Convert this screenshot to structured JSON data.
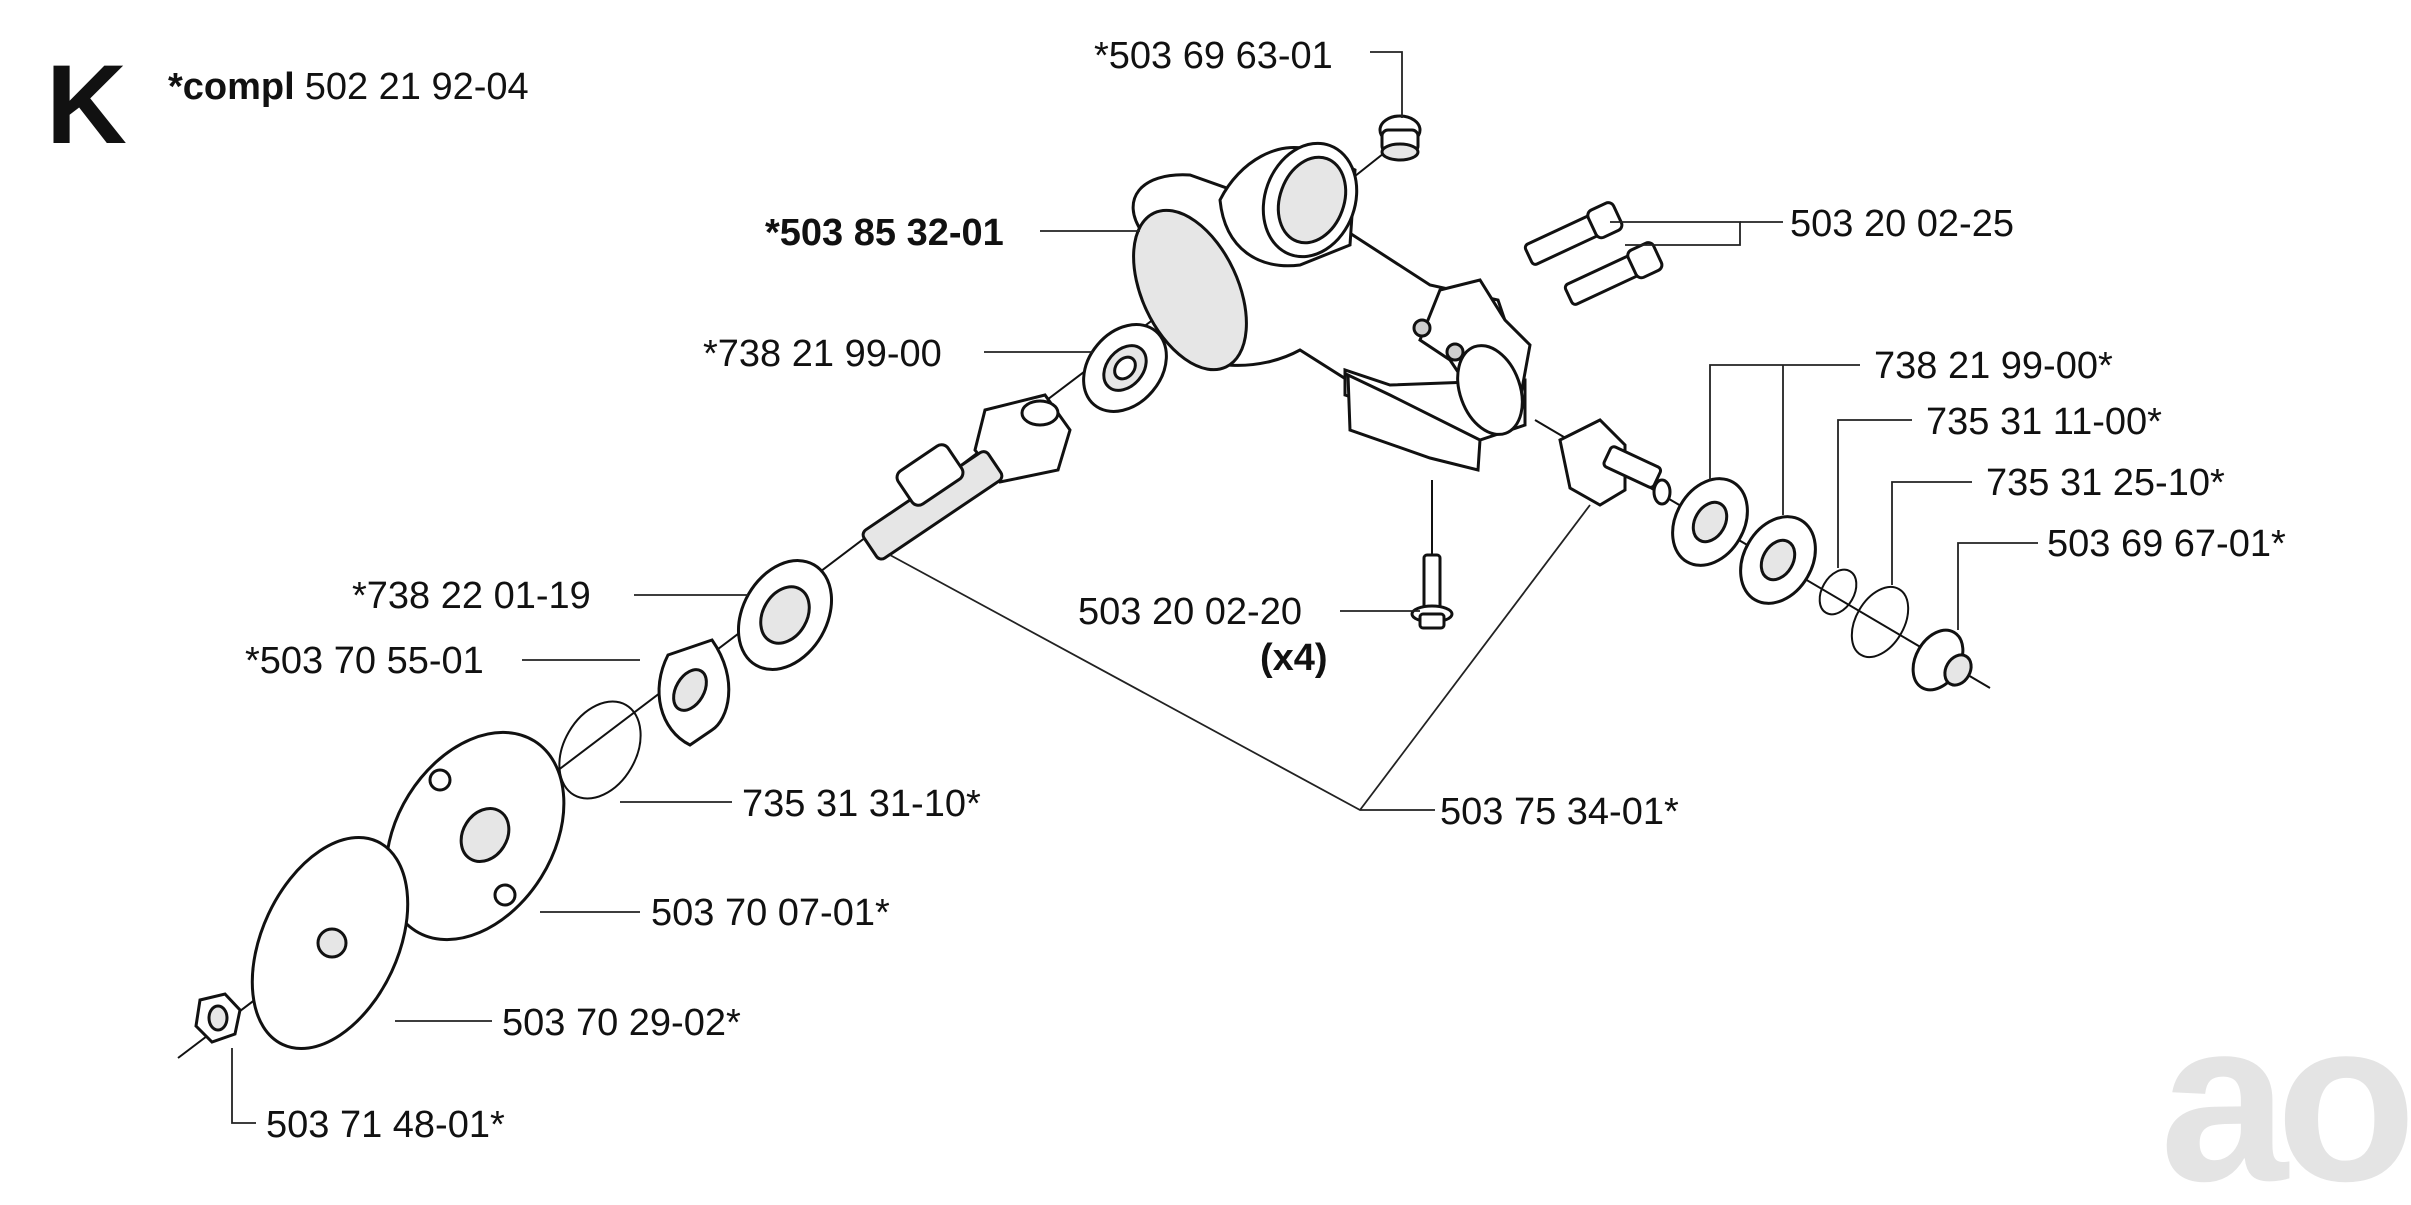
{
  "section_letter": "K",
  "assembly": {
    "prefix": "*compl",
    "number": "502 21 92-04"
  },
  "labels": {
    "plug_top": "*503 69 63-01",
    "housing": "*503 85 32-01",
    "screws_top": "503 20 02-25",
    "bearing_left": "*738 21 99-00",
    "bearing_right": "738 21 99-00*",
    "circlip_right_1": "735 31 11-00*",
    "circlip_right_2": "735 31 25-10*",
    "cap_right": "503 69 67-01*",
    "seal_left": "*738 22 01-19",
    "washer_left": "*503 70 55-01",
    "screw_bottom": "503 20 02-20",
    "screw_bottom_qty": "(x4)",
    "circlip_left": "735 31 31-10*",
    "gear_set": "503 75 34-01*",
    "support_cup": "503 70 07-01*",
    "guard_disc": "503 70 29-02*",
    "nut": "503 71 48-01*"
  },
  "watermark": "ao"
}
